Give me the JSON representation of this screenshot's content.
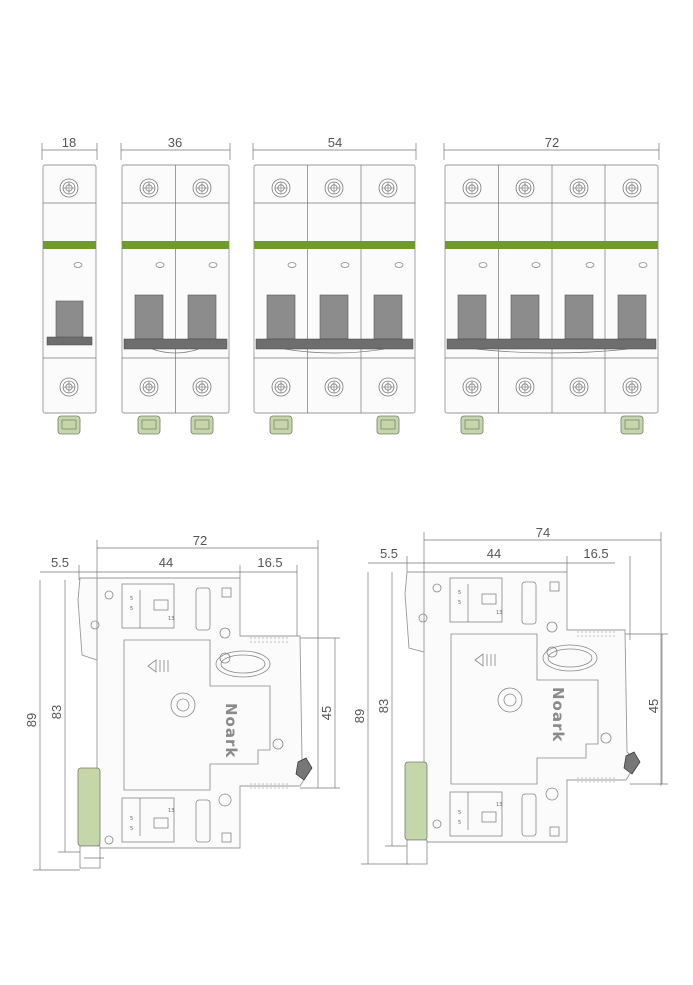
{
  "colors": {
    "accent_green": "#6f9a2e",
    "terminal_green": "#c5d7a8",
    "handle_gray": "#8c8c8c",
    "bar_gray": "#6e6e6e"
  },
  "front_view": {
    "modules": [
      {
        "poles": 1,
        "width_label": "18"
      },
      {
        "poles": 2,
        "width_label": "36"
      },
      {
        "poles": 3,
        "width_label": "54"
      },
      {
        "poles": 4,
        "width_label": "72"
      }
    ]
  },
  "side_view_left": {
    "dims": {
      "top_total": "72",
      "left_offset": "5.5",
      "middle": "44",
      "right_step": "16.5",
      "height_total": "89",
      "height_inner": "83",
      "height_right": "45"
    },
    "brand": "Noark",
    "marks": [
      "5",
      "5",
      "13",
      "5",
      "5",
      "13"
    ]
  },
  "side_view_right": {
    "dims": {
      "top_total": "74",
      "left_offset": "5.5",
      "middle": "44",
      "right_step": "16.5",
      "height_total": "89",
      "height_inner": "83",
      "height_right": "45"
    },
    "brand": "Noark",
    "marks": [
      "5",
      "5",
      "13",
      "5",
      "5",
      "13"
    ]
  }
}
